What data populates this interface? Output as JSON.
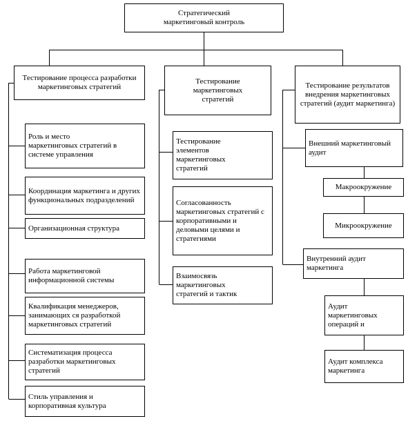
{
  "root": {
    "label": "Стратегический маркетинговый контроль"
  },
  "columns": [
    {
      "header": "Тестирование процесса разработки маркетинговых стратегий",
      "items": [
        "Роль и место маркетинговых стратегий в системе управления",
        "Координация маркетинга и других функциональных подразделений",
        "Организационная структура",
        "Работа маркетинговой информационной системы",
        "Квалификация менеджеров, занимающих ся разработкой маркетинговых стратегий",
        "Систематизация процесса разработки маркетинговых стратегий",
        "Стиль управления и корпоративная культура"
      ]
    },
    {
      "header": "Тестирование маркетинговых стратегий",
      "items": [
        "Тестирование элементов маркетинговых стратегий",
        "Согласованность маркетинговых стратегий с корпоративными и деловыми целями и стратегиями",
        "Взаимосвязь маркетинговых стратегий и тактик"
      ]
    },
    {
      "header": "Тестирование результатов внедрения маркетинговых стратегий (аудит маркетинга)",
      "groups": [
        {
          "label": "Внешний маркетинговый аудит",
          "subitems": [
            "Макроокружение",
            "Микроокружение"
          ]
        },
        {
          "label": "Внутренний аудит маркетинга",
          "subitems": [
            "Аудит маркетинговых операций и",
            "Аудит комплекса маркетинга"
          ]
        }
      ]
    }
  ]
}
